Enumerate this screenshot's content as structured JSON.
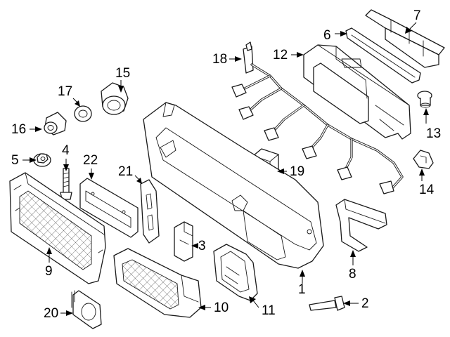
{
  "diagram": {
    "style": {
      "background": "#ffffff",
      "line_color": "#1a1a1a",
      "text_color": "#000000"
    },
    "callouts": [
      "1",
      "2",
      "3",
      "4",
      "5",
      "6",
      "7",
      "8",
      "9",
      "10",
      "11",
      "12",
      "13",
      "14",
      "15",
      "16",
      "17",
      "18",
      "19",
      "20",
      "21",
      "22"
    ]
  }
}
